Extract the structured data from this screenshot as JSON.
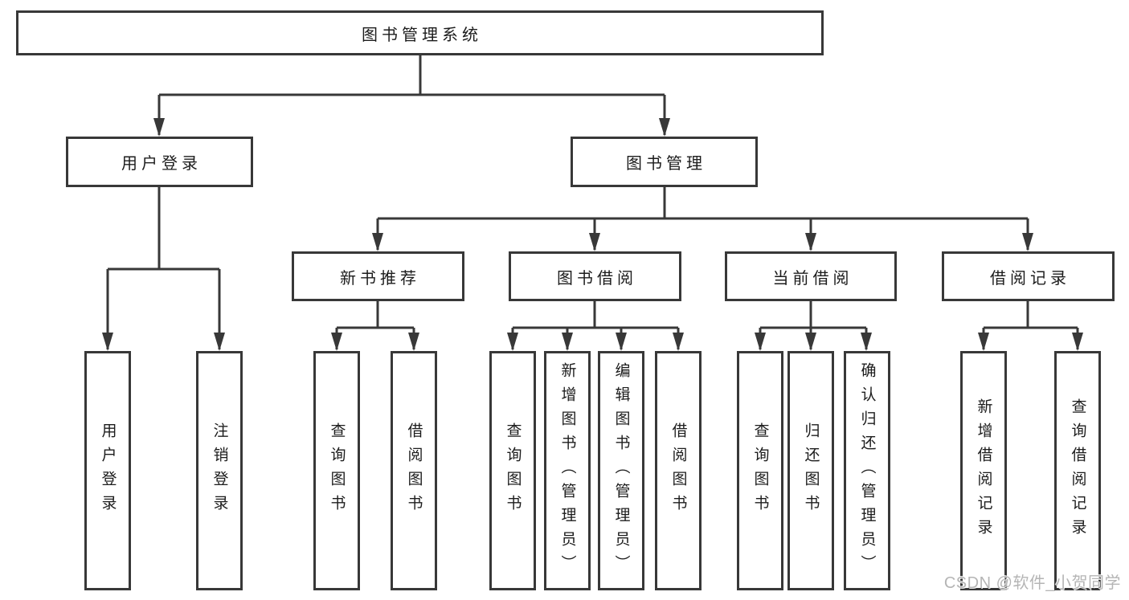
{
  "watermark": "CSDN @软件_小贺同学",
  "colors": {
    "line": "#383838",
    "box_border": "#383838",
    "text": "#1c1c1c",
    "watermark_text": "#b5b5b5",
    "background": "#ffffff"
  },
  "nodes": {
    "root": "图书管理系统",
    "level2": [
      "用户登录",
      "图书管理"
    ],
    "level3": [
      "新书推荐",
      "图书借阅",
      "当前借阅",
      "借阅记录"
    ],
    "leaves": {
      "user": [
        "用户登录",
        "注销登录"
      ],
      "recommend": [
        "查询图书",
        "借阅图书"
      ],
      "borrow": [
        "查询图书",
        "新增图书（管理员）",
        "编辑图书（管理员）",
        "借阅图书"
      ],
      "current": [
        "查询图书",
        "归还图书",
        "确认归还（管理员）"
      ],
      "records": [
        "新增借阅记录",
        "查询借阅记录"
      ]
    }
  }
}
